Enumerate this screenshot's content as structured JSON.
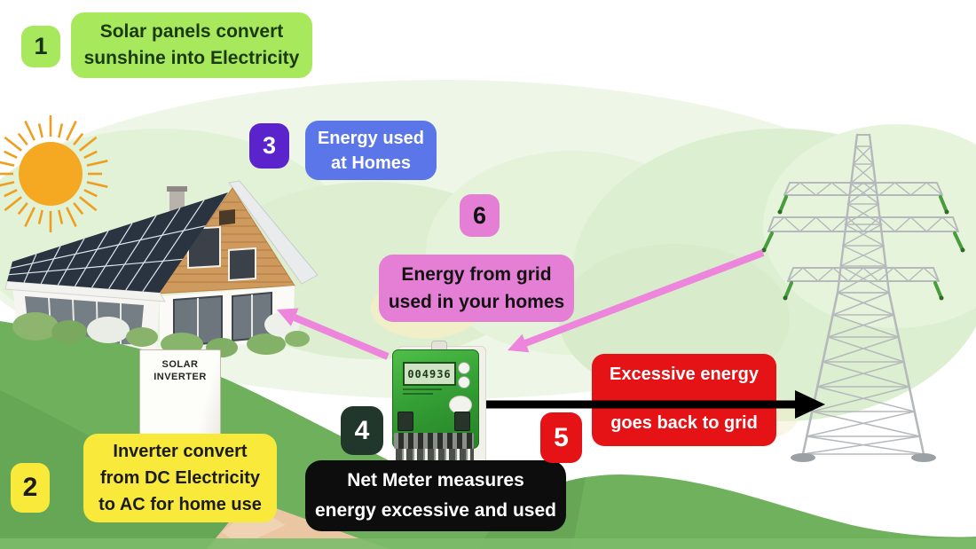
{
  "steps": [
    {
      "badge": "1",
      "lines": [
        "Solar panels convert",
        "sunshine into Electricity"
      ]
    },
    {
      "badge": "2",
      "lines": [
        "Inverter convert",
        "from DC Electricity",
        "to AC for home use"
      ]
    },
    {
      "badge": "3",
      "lines": [
        "Energy used",
        "at Homes"
      ]
    },
    {
      "badge": "4",
      "lines": [
        "Net Meter measures",
        "energy excessive and used"
      ]
    },
    {
      "badge": "5",
      "lines": [
        "Excessive energy",
        "goes back to grid"
      ]
    },
    {
      "badge": "6",
      "lines": [
        "Energy from grid",
        "used in your homes"
      ]
    }
  ],
  "equipment": {
    "inverter_label_lines": [
      "SOLAR",
      "INVERTER"
    ],
    "meter_display": "004936"
  },
  "colors": {
    "step1_green": "#a7e85c",
    "step2_yellow": "#f8e93a",
    "step3_badge_purple": "#5a23cb",
    "step3_label_blue": "#5b76e8",
    "step4_badge_dark_green": "#22372c",
    "step4_label_black": "#0d0d0d",
    "step5_red": "#e51316",
    "step6_pink": "#e57fd6",
    "arrow_pink": "#ee85dc",
    "arrow_black": "#000000",
    "sun_orange": "#f5a922",
    "meter_green": "#3aa53a",
    "hill_green": "#6eb05b"
  }
}
